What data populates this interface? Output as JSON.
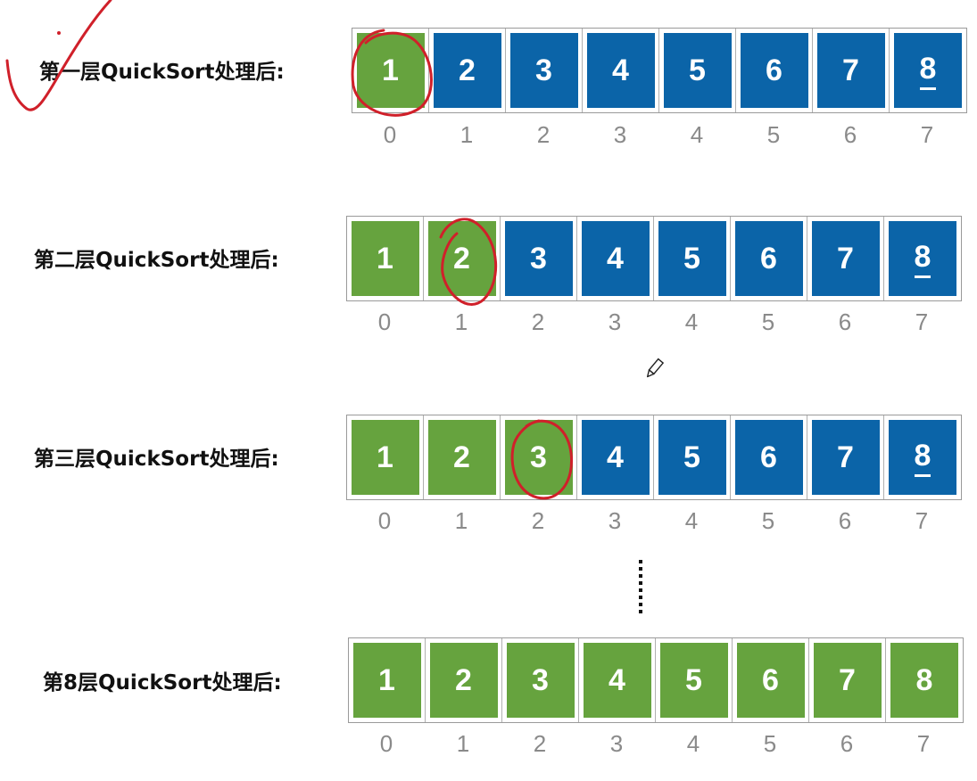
{
  "rows": [
    {
      "label": "第一层QuickSort处理后:",
      "cells": [
        {
          "value": "1",
          "color": "green"
        },
        {
          "value": "2",
          "color": "blue"
        },
        {
          "value": "3",
          "color": "blue"
        },
        {
          "value": "4",
          "color": "blue"
        },
        {
          "value": "5",
          "color": "blue"
        },
        {
          "value": "6",
          "color": "blue"
        },
        {
          "value": "7",
          "color": "blue"
        },
        {
          "value": "8",
          "color": "blue",
          "underlined": true
        }
      ],
      "indices": [
        "0",
        "1",
        "2",
        "3",
        "4",
        "5",
        "6",
        "7"
      ]
    },
    {
      "label": "第二层QuickSort处理后:",
      "cells": [
        {
          "value": "1",
          "color": "green"
        },
        {
          "value": "2",
          "color": "green"
        },
        {
          "value": "3",
          "color": "blue"
        },
        {
          "value": "4",
          "color": "blue"
        },
        {
          "value": "5",
          "color": "blue"
        },
        {
          "value": "6",
          "color": "blue"
        },
        {
          "value": "7",
          "color": "blue"
        },
        {
          "value": "8",
          "color": "blue",
          "underlined": true
        }
      ],
      "indices": [
        "0",
        "1",
        "2",
        "3",
        "4",
        "5",
        "6",
        "7"
      ]
    },
    {
      "label": "第三层QuickSort处理后:",
      "cells": [
        {
          "value": "1",
          "color": "green"
        },
        {
          "value": "2",
          "color": "green"
        },
        {
          "value": "3",
          "color": "green"
        },
        {
          "value": "4",
          "color": "blue"
        },
        {
          "value": "5",
          "color": "blue"
        },
        {
          "value": "6",
          "color": "blue"
        },
        {
          "value": "7",
          "color": "blue"
        },
        {
          "value": "8",
          "color": "blue",
          "underlined": true
        }
      ],
      "indices": [
        "0",
        "1",
        "2",
        "3",
        "4",
        "5",
        "6",
        "7"
      ]
    },
    {
      "label": "第8层QuickSort处理后:",
      "cells": [
        {
          "value": "1",
          "color": "green"
        },
        {
          "value": "2",
          "color": "green"
        },
        {
          "value": "3",
          "color": "green"
        },
        {
          "value": "4",
          "color": "green"
        },
        {
          "value": "5",
          "color": "green"
        },
        {
          "value": "6",
          "color": "green"
        },
        {
          "value": "7",
          "color": "green"
        },
        {
          "value": "8",
          "color": "green"
        }
      ],
      "indices": [
        "0",
        "1",
        "2",
        "3",
        "4",
        "5",
        "6",
        "7"
      ]
    }
  ],
  "colors": {
    "green": "#66a33e",
    "blue": "#0b64a8",
    "annotation_red": "#d0202a"
  },
  "icons": {
    "cursor": "pencil-icon"
  }
}
